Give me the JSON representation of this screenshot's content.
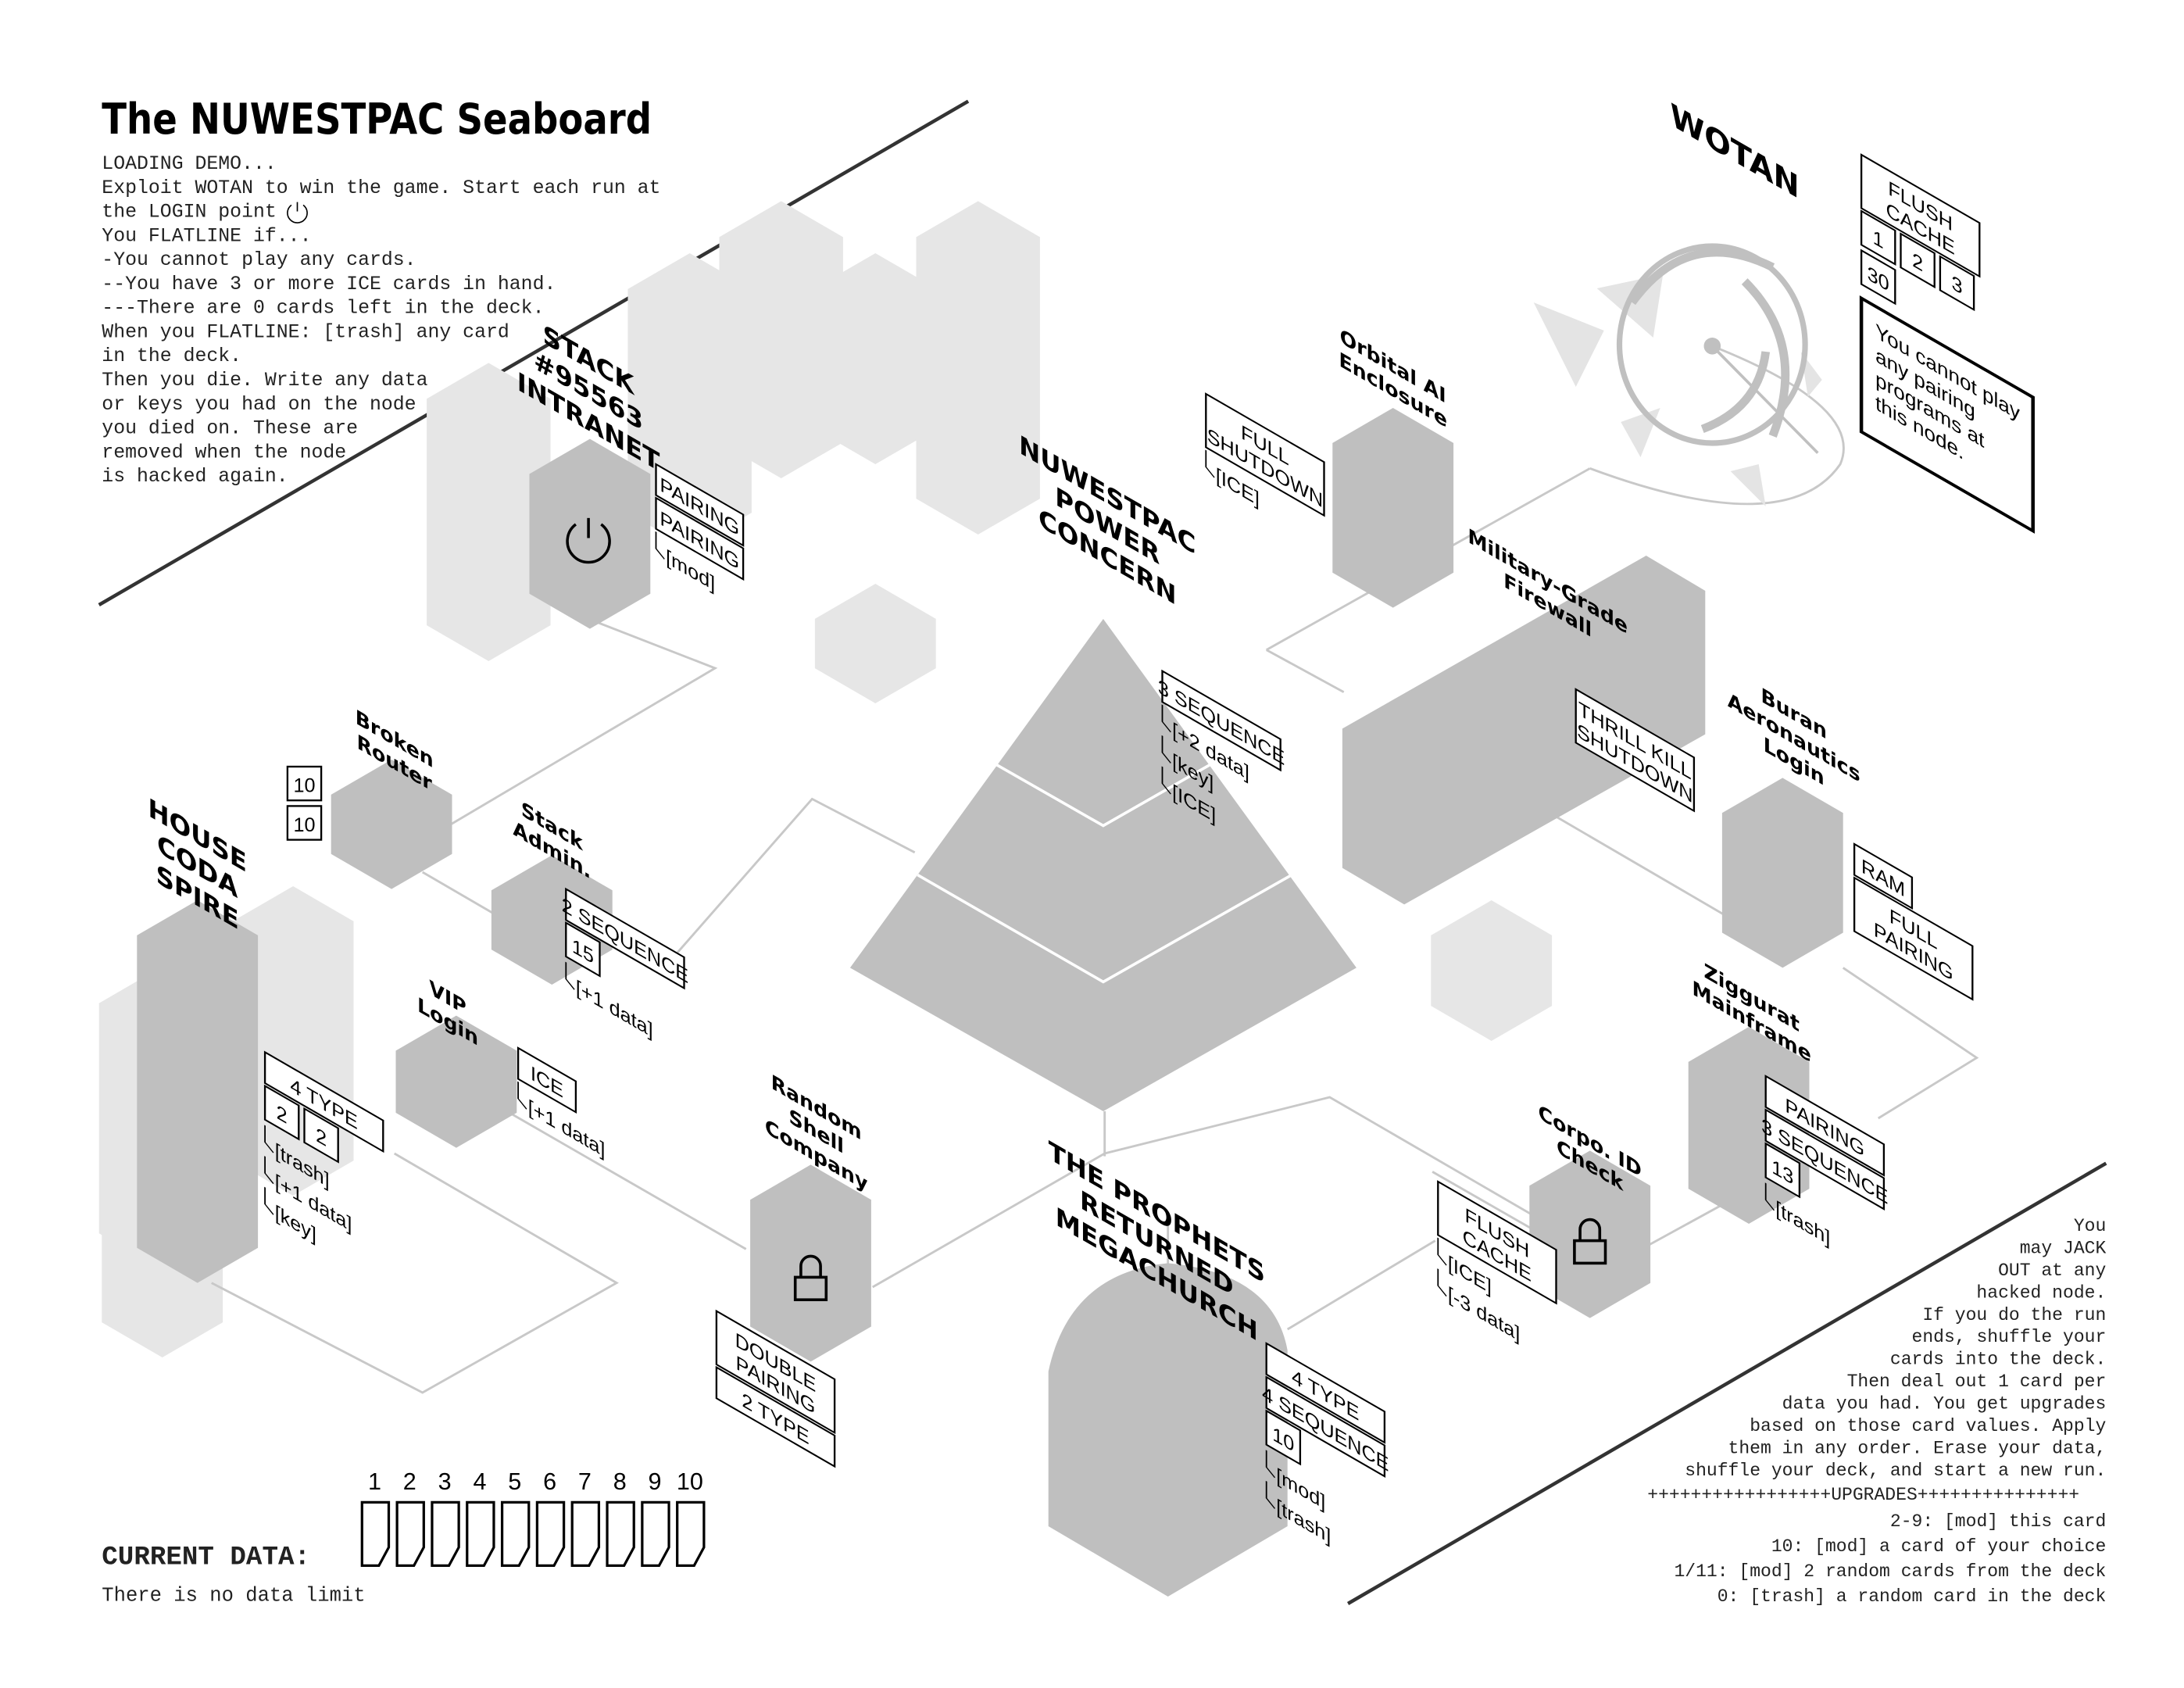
{
  "title": "The NUWESTPAC Seaboard",
  "intro": [
    "LOADING DEMO...",
    "Exploit WOTAN to win the game. Start each run at",
    "the LOGIN point",
    "You FLATLINE if...",
    "-You cannot play any cards.",
    "--You have 3 or more ICE cards in hand.",
    "---There are 0 cards left in the deck.",
    "When you FLATLINE: [trash] any card",
    "in the deck.",
    "Then you die. Write any data",
    "or keys you had on the node",
    "you died on. These are",
    "removed when the node",
    "is hacked again."
  ],
  "colors": {
    "node": "#bfbfbf",
    "background_building": "#e6e6e6",
    "link": "#c8c8c8",
    "ink": "#000000"
  },
  "nodes": [
    {
      "id": "intranet",
      "name": [
        "STACK",
        "#95563",
        "INTRANET"
      ],
      "icon": "power-icon",
      "boxes": [
        [
          "PAIRING"
        ],
        [
          "PAIRING"
        ]
      ],
      "numbers": [],
      "items": [
        "[mod]"
      ]
    },
    {
      "id": "broken-router",
      "name": [
        "Broken",
        "Router"
      ],
      "boxes": [],
      "numbers": [
        "10",
        "10"
      ],
      "items": []
    },
    {
      "id": "stack-admin",
      "name": [
        "Stack",
        "Admin."
      ],
      "boxes": [
        [
          "2 SEQUENCE"
        ]
      ],
      "numbers": [
        "15"
      ],
      "items": [
        "[+1 data]"
      ]
    },
    {
      "id": "house-coda",
      "name": [
        "HOUSE",
        "CODA",
        "SPIRE"
      ],
      "boxes": [
        [
          "4 TYPE"
        ]
      ],
      "numbers": [
        "2",
        "2"
      ],
      "items": [
        "[trash]",
        "[+1 data]",
        "[key]"
      ]
    },
    {
      "id": "vip-login",
      "name": [
        "VIP",
        "Login"
      ],
      "boxes": [
        [
          "ICE"
        ]
      ],
      "numbers": [],
      "items": [
        "[+1 data]"
      ]
    },
    {
      "id": "random-shell",
      "name": [
        "Random",
        "Shell",
        "Company"
      ],
      "icon": "lock-icon",
      "boxes": [
        [
          "DOUBLE",
          "PAIRING"
        ],
        [
          "2 TYPE"
        ]
      ],
      "numbers": [],
      "items": []
    },
    {
      "id": "power-concern",
      "name": [
        "NUWESTPAC",
        "POWER",
        "CONCERN"
      ],
      "boxes": [
        [
          "3 SEQUENCE"
        ]
      ],
      "numbers": [],
      "items": [
        "[+2 data]",
        "[key]",
        "[ICE]"
      ]
    },
    {
      "id": "orbital-ai",
      "name": [
        "Orbital AI",
        "Enclosure"
      ],
      "boxes": [
        [
          "FULL",
          "SHUTDOWN"
        ]
      ],
      "numbers": [],
      "items": [
        "[ICE]"
      ]
    },
    {
      "id": "firewall",
      "name": [
        "Military-Grade",
        "Firewall"
      ],
      "boxes": [
        [
          "THRILL KILL",
          "SHUTDOWN"
        ]
      ],
      "numbers": [],
      "items": []
    },
    {
      "id": "buran",
      "name": [
        "Buran",
        "Aeronautics",
        "Login"
      ],
      "boxes": [
        [
          "RAM"
        ],
        [
          "FULL",
          "PAIRING"
        ]
      ],
      "numbers": [],
      "items": []
    },
    {
      "id": "ziggurat",
      "name": [
        "Ziggurat",
        "Mainframe"
      ],
      "boxes": [
        [
          "PAIRING"
        ],
        [
          "3 SEQUENCE"
        ]
      ],
      "numbers": [
        "13"
      ],
      "items": [
        "[trash]"
      ]
    },
    {
      "id": "corpo-id",
      "name": [
        "Corpo. ID",
        "Check"
      ],
      "icon": "lock-icon",
      "boxes": [
        [
          "FLUSH",
          "CACHE"
        ]
      ],
      "numbers": [],
      "items": [
        "[ICE]",
        "[-3 data]"
      ]
    },
    {
      "id": "megachurch",
      "name": [
        "THE PROPHETS",
        "RETURNED",
        "MEGACHURCH"
      ],
      "boxes": [
        [
          "4 TYPE"
        ],
        [
          "4 SEQUENCE"
        ]
      ],
      "numbers": [
        "10"
      ],
      "items": [
        "[mod]",
        "[trash]"
      ]
    },
    {
      "id": "wotan",
      "name": [
        "WOTAN"
      ],
      "boxes": [
        [
          "FLUSH",
          "CACHE"
        ]
      ],
      "numbers": [
        "1",
        "2",
        "3",
        "30"
      ],
      "items": [],
      "note": [
        "You cannot play",
        "any pairing",
        "programs at",
        "this node."
      ]
    }
  ],
  "jack_out": [
    "You",
    "may JACK",
    "OUT at any",
    "hacked node.",
    "If you do the run",
    "ends, shuffle your",
    "cards into the deck.",
    "Then deal out 1 card per",
    "data you had. You get upgrades",
    "based on those card values. Apply",
    "them in any order. Erase your data,",
    "shuffle your deck, and start a new run."
  ],
  "upgrades_header": "+++++++++++++++++UPGRADES+++++++++++++++",
  "upgrades": [
    "2-9: [mod] this card",
    "10: [mod] a card of your choice",
    "1/11: [mod] 2 random cards from the deck",
    "0: [trash] a random card in the deck"
  ],
  "current_data": {
    "label": "CURRENT DATA:",
    "slots": [
      "1",
      "2",
      "3",
      "4",
      "5",
      "6",
      "7",
      "8",
      "9",
      "10"
    ],
    "note": "There is no data limit"
  }
}
